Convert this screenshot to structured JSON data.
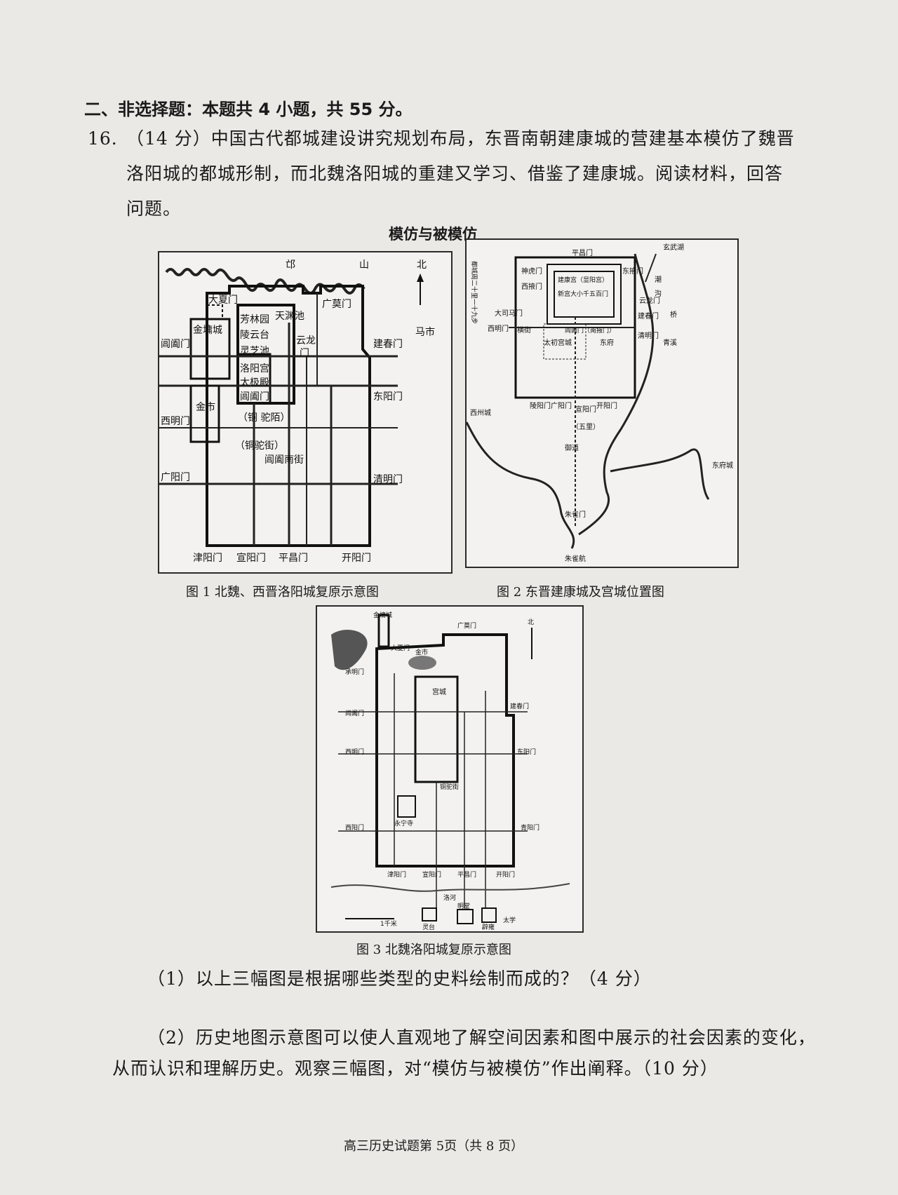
{
  "section_heading": "二、非选择题：本题共 4 小题，共 55 分。",
  "question": {
    "number": "16.",
    "intro_line1": "（14 分）中国古代都城建设讲究规划布局，东晋南朝建康城的营建基本模仿了魏晋",
    "intro_line2": "洛阳城的都城形制，而北魏洛阳城的重建又学习、借鉴了建康城。阅读材料，回答",
    "intro_line3": "问题。"
  },
  "material_title": "模仿与被模仿",
  "figures": {
    "fig1": {
      "caption": "图 1 北魏、西晋洛阳城复原示意图",
      "labels": {
        "mang": "邙",
        "shan": "山",
        "north": "北",
        "daxiamen": "大夏门",
        "guangmomen": "广莫门",
        "jinyongcheng": "金墉城",
        "fanglinyuan": "芳林园",
        "tianyuanchi": "天渊池",
        "lingyuntai": "陵云台",
        "lingzhichi": "灵芝池",
        "yunlong": "云龙",
        "men": "门",
        "changhemen": "阊阖门",
        "jianchunmen": "建春门",
        "mashi": "马市",
        "luoyanggong": "洛阳宫",
        "taijidian": "太极殿",
        "changhemen_inner": "阊阖门",
        "jinshi": "金市",
        "dongyangmen": "东阳门",
        "ximingmen": "西明门",
        "tuomo": "（铜 驼陌）",
        "tongtuojie": "（铜驼街）",
        "changhenanjie": "阊阖南街",
        "guangyangmen": "广阳门",
        "qingmingmen": "清明门",
        "jinyangmen": "津阳门",
        "xuanyangmen": "宣阳门",
        "pingchangmen": "平昌门",
        "kaiyangmen": "开阳门"
      }
    },
    "fig2": {
      "caption": "图 2 东晋建康城及宫城位置图",
      "labels": {
        "xuanwuhu": "玄武湖",
        "ducheng": "都城周二十里一十九步",
        "pingchangmen": "平昌门",
        "shenhumen": "神虎门",
        "xiyemen": "西掖门",
        "gongcheng": "建康宫（显阳宫）",
        "gongcheng2": "新宫大小千五百门",
        "dongyemen": "东掖门",
        "chao": "潮",
        "gou": "沟",
        "yunlongmen": "云龙门",
        "jianchunmen": "建春门",
        "qiaoshi": "桥",
        "damasimen": "大司马门",
        "ximingmen": "西明门",
        "hengjie": "横街",
        "changhemen": "阊阖门（南掖门）",
        "taichucheng": "太初宫城",
        "dongfu": "东府",
        "qingmingmen": "清明门",
        "qinghuai": "青溪",
        "lingyangmen": "陵阳门",
        "guangyangmen": "广阳门",
        "xuanyangmen": "宣阳门",
        "kaiyangmen": "开阳门",
        "xizhoucheng": "西州城",
        "yudao": "御道",
        "wuli": "（五里）",
        "zhuquemen": "朱雀门",
        "dongfucheng": "东府城",
        "zhuquehang": "朱雀航"
      }
    },
    "fig3": {
      "caption": "图 3 北魏洛阳城复原示意图",
      "labels": {
        "jinyongcheng": "金墉城",
        "guangmomen": "广莫门",
        "daxiamen": "大夏门",
        "jinshi": "金市",
        "chengmingmen": "承明门",
        "changhemen": "阊阖门",
        "jianchunmen": "建春门",
        "gongcheng": "宫城",
        "ximingmen": "西明门",
        "dongyangmen": "东阳门",
        "tongtuojie": "铜驼街",
        "yongningsi": "永宁寺",
        "xiyangmen": "西阳门",
        "qingyangmen": "青阳门",
        "jinyangmen": "津阳门",
        "xuanyangmen": "宣阳门",
        "pingchangmen": "平昌门",
        "kaiyangmen": "开阳门",
        "luohe": "洛河",
        "lingtai": "灵台",
        "mingtang": "明堂",
        "biyong": "辟雍",
        "taixue": "太学",
        "northsign": "北",
        "scale": "1千米"
      }
    }
  },
  "sub_questions": {
    "q1": "（1）以上三幅图是根据哪些类型的史料绘制而成的？（4 分）",
    "q2_line1": "（2）历史地图示意图可以使人直观地了解空间因素和图中展示的社会因素的变化，",
    "q2_line2": "从而认识和理解历史。观察三幅图，对“模仿与被模仿”作出阐释。（10 分）"
  },
  "footer": "高三历史试题第 5页（共 8 页）"
}
